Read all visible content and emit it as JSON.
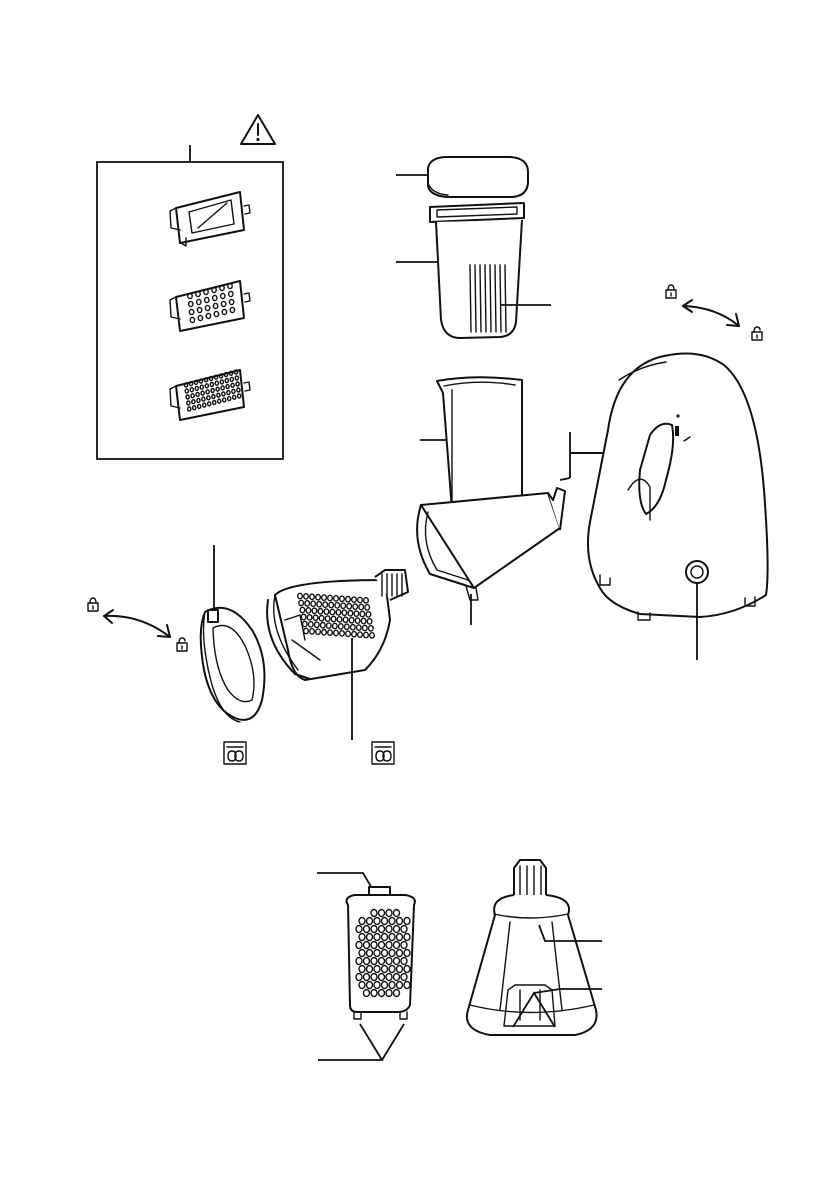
{
  "figure": {
    "colors": {
      "ink": "#111111",
      "background": "#ffffff"
    },
    "icons": {
      "warning": "warning-triangle-icon",
      "lock": "lock-icon",
      "unlock": "unlock-icon",
      "dishwasher": "dishwasher-safe-icon"
    },
    "parts": [
      "blade-insert-slicer",
      "blade-insert-fine-grater",
      "blade-insert-coarse-grater",
      "food-pusher",
      "inner-feed-tube",
      "feed-tube-housing",
      "drum-holder",
      "end-cap",
      "grater-drum",
      "motor-base",
      "power-button",
      "blade-insert-detail",
      "drum-frame-detail"
    ]
  }
}
